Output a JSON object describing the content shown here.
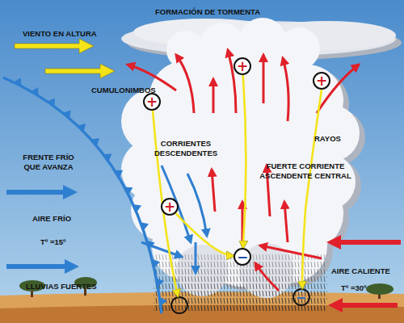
{
  "diagram": {
    "title": "FORMACIÓN DE TORMENTA",
    "nodes": [
      {
        "text": [
          "+"
        ]
      },
      {
        "text": [
          "+"
        ]
      },
      {
        "text": [
          "+"
        ]
      },
      {
        "text": [
          "+"
        ]
      },
      {
        "text": [
          "−"
        ]
      }
    ],
    "edges": [
      {
        "from": 0,
        "to": 4,
        "arrow": "to"
      },
      {
        "from": 3,
        "to": 4,
        "arrow": "to"
      }
    ],
    "labels": [
      "VIENTO EN ALTURA",
      "CUMULONIMBOS",
      "RAYOS",
      "CORRIENTES DESCENDENTES",
      "FUERTE CORRIENTE ASCENDENTE CENTRAL",
      "FRENTE FRÍO QUE AVANZA",
      "AIRE FRÍO",
      "Tº =15º",
      "AIRE CALIENTE",
      "Tº =30º",
      "LLUVIAS FUERTES"
    ]
  }
}
